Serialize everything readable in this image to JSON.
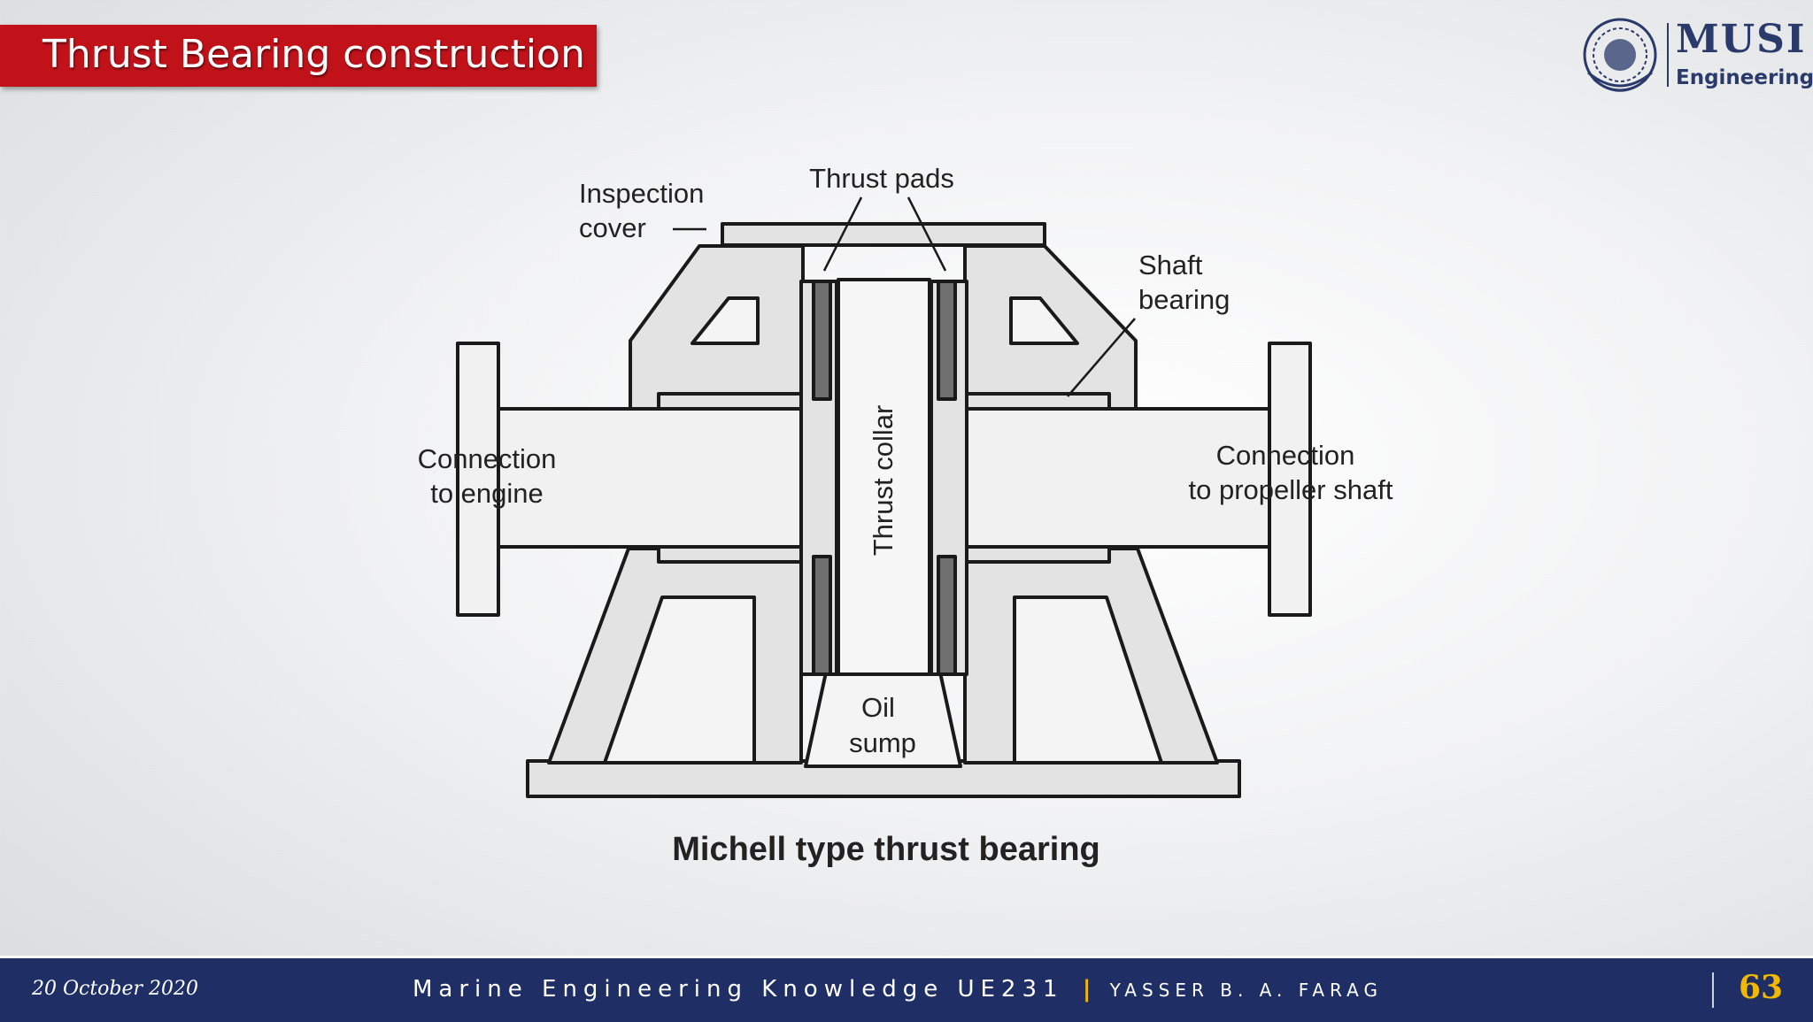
{
  "slide": {
    "title": "Thrust Bearing construction",
    "page_number": "63"
  },
  "logo": {
    "name": "MUSI",
    "subtitle": "Engineering"
  },
  "diagram": {
    "caption": "Michell type thrust bearing",
    "labels": {
      "inspection_cover_line1": "Inspection",
      "inspection_cover_line2": "cover",
      "thrust_pads": "Thrust pads",
      "shaft_bearing_line1": "Shaft",
      "shaft_bearing_line2": "bearing",
      "engine_line1": "Connection",
      "engine_line2": "to engine",
      "propeller_line1": "Connection",
      "propeller_line2": "to propeller shaft",
      "thrust_collar": "Thrust collar",
      "oil_sump_line1": "Oil",
      "oil_sump_line2": "sump"
    }
  },
  "footer": {
    "date": "20 October 2020",
    "course": "Marine Engineering Knowledge UE231",
    "separator": "|",
    "author": "YASSER B. A. FARAG"
  },
  "colors": {
    "title_bar": "#c1121a",
    "footer_bg": "#1f2f66",
    "accent_yellow": "#f0b800",
    "logo_blue": "#2a3a6b",
    "diagram_fill": "#e3e3e3",
    "pad_fill": "#6f6f6f"
  }
}
